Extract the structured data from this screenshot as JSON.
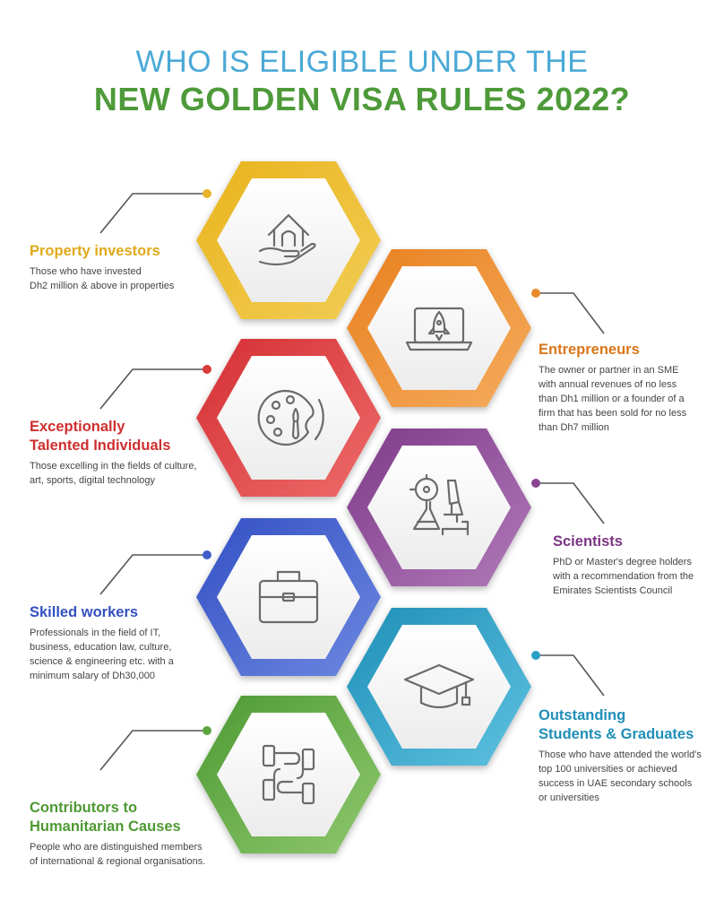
{
  "title": {
    "line1": "WHO IS ELIGIBLE UNDER THE",
    "line2": "NEW GOLDEN VISA RULES 2022?"
  },
  "categories": [
    {
      "id": "property",
      "heading": [
        "Property investors"
      ],
      "description": [
        "Those who have invested",
        "Dh2 million & above in properties"
      ],
      "color": "#e6b32a",
      "icon": "house-in-hand-icon"
    },
    {
      "id": "entrepreneurs",
      "heading": [
        "Entrepreneurs"
      ],
      "description": [
        "The owner or partner in an SME",
        "with annual revenues of no less",
        "than Dh1 million or a founder of a",
        "firm that has been sold for no less",
        "than Dh7 million"
      ],
      "color": "#e88a2c",
      "icon": "rocket-laptop-icon"
    },
    {
      "id": "talented",
      "heading": [
        "Exceptionally",
        "Talented Individuals"
      ],
      "description": [
        "Those excelling in the fields of culture,",
        "art, sports, digital technology"
      ],
      "color": "#d93a3a",
      "icon": "palette-brush-icon"
    },
    {
      "id": "scientists",
      "heading": [
        "Scientists"
      ],
      "description": [
        "PhD or Master's degree holders",
        "with a recommendation from the",
        "Emirates Scientists Council"
      ],
      "color": "#8a4592",
      "icon": "microscope-flask-icon"
    },
    {
      "id": "skilled",
      "heading": [
        "Skilled workers"
      ],
      "description": [
        "Professionals in the field of IT,",
        "business, education law, culture,",
        "science & engineering etc. with a",
        "minimum salary of Dh30,000"
      ],
      "color": "#3f5cc8",
      "icon": "briefcase-icon"
    },
    {
      "id": "students",
      "heading": [
        "Outstanding",
        "Students & Graduates"
      ],
      "description": [
        "Those who have attended the world's",
        "top 100 universities or achieved",
        "success in UAE secondary schools",
        "or universities"
      ],
      "color": "#2b9ec4",
      "icon": "graduation-cap-icon"
    },
    {
      "id": "humanitarian",
      "heading": [
        "Contributors to",
        "Humanitarian Causes"
      ],
      "description": [
        "People who are distinguished members",
        "of international & regional organisations."
      ],
      "color": "#5ca43e",
      "icon": "joined-hands-icon"
    }
  ]
}
